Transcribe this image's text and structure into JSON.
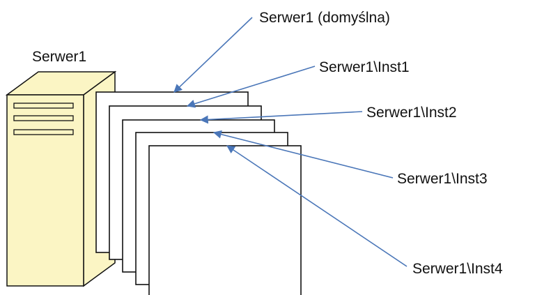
{
  "server": {
    "label": "Serwer1"
  },
  "instances": [
    {
      "label": "Serwer1 (domyślna)"
    },
    {
      "label": "Serwer1\\Inst1"
    },
    {
      "label": "Serwer1\\Inst2"
    },
    {
      "label": "Serwer1\\Inst3"
    },
    {
      "label": "Serwer1\\Inst4"
    }
  ],
  "colors": {
    "server_fill": "#fbf5c4",
    "arrow": "#4a76b8",
    "outline": "#111111"
  }
}
